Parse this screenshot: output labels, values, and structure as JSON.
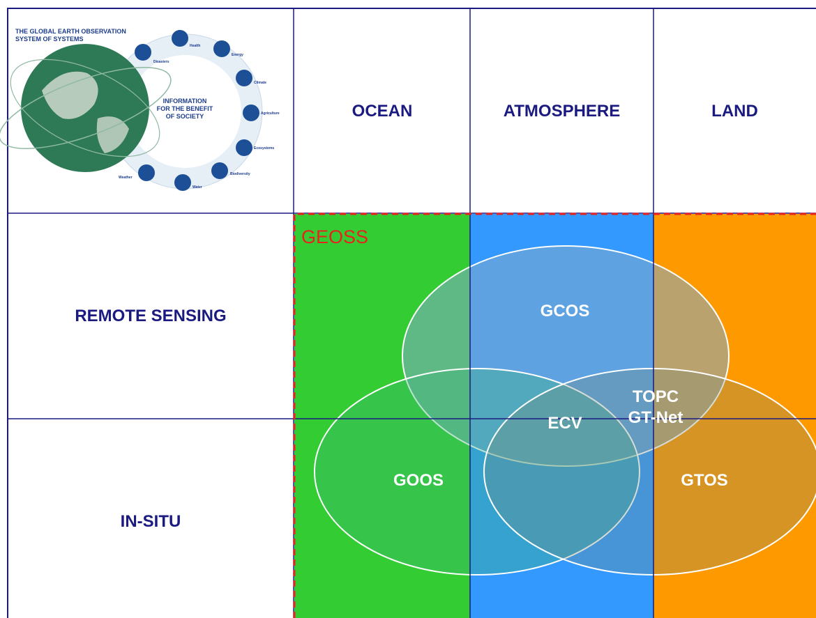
{
  "columns": [
    "OCEAN",
    "ATMOSPHERE",
    "LAND"
  ],
  "rows": [
    "REMOTE SENSING",
    "IN-SITU"
  ],
  "framework_label": "GEOSS",
  "systems": {
    "gcos": "GCOS",
    "goos": "GOOS",
    "gtos": "GTOS",
    "ecv": "ECV",
    "topc": "TOPC",
    "gtnet": "GT-Net"
  },
  "logo": {
    "title_line1": "THE GLOBAL EARTH OBSERVATION",
    "title_line2": "SYSTEM OF SYSTEMS",
    "center_line1": "INFORMATION",
    "center_line2": "FOR THE BENEFIT",
    "center_line3": "OF SOCIETY",
    "benefit_areas": [
      "Disasters",
      "Health",
      "Energy",
      "Climate",
      "Agriculture",
      "Ecosystems",
      "Biodiversity",
      "Water",
      "Weather"
    ]
  },
  "colors": {
    "ocean": "#33cc33",
    "atmosphere": "#3399ff",
    "land": "#ff9900",
    "grid": "#1a1a80",
    "geoss": "#e8231f",
    "text": "#1a1a80"
  }
}
